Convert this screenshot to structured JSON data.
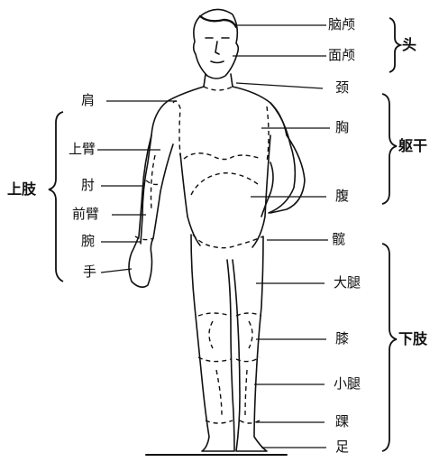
{
  "labels": {
    "head": "头",
    "cranium": "脑颅",
    "face": "面颅",
    "neck": "颈",
    "trunk": "躯干",
    "chest": "胸",
    "abdomen": "腹",
    "pelvis": "髋",
    "upper_limb": "上肢",
    "shoulder": "肩",
    "upper_arm": "上臂",
    "elbow": "肘",
    "forearm": "前臂",
    "wrist": "腕",
    "hand": "手",
    "lower_limb": "下肢",
    "thigh": "大腿",
    "knee": "膝",
    "lower_leg": "小腿",
    "ankle": "踝",
    "foot": "足"
  }
}
